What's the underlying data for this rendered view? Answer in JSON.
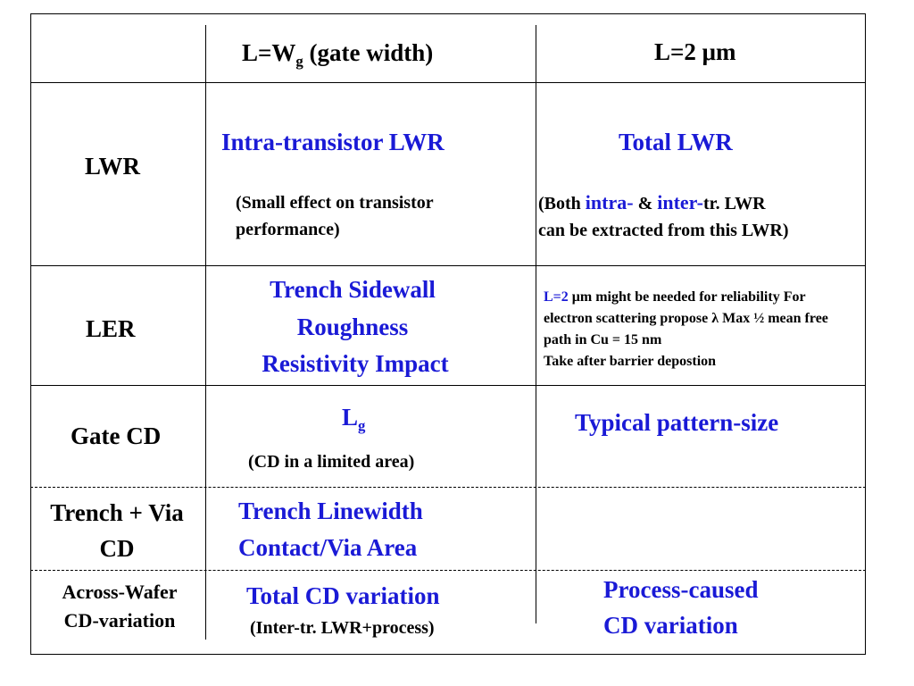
{
  "header": {
    "col1_main": "L=W",
    "col1_sub": "g",
    "col1_rest": " (gate width)",
    "col2": "L=2 μm"
  },
  "rows": {
    "lwr": {
      "label": "LWR",
      "col1_title": "Intra-transistor LWR",
      "col1_note_l1": "(Small effect on transistor",
      "col1_note_l2": "performance)",
      "col2_title": "Total LWR",
      "col2_note_a": "(Both ",
      "col2_note_b": "intra-",
      "col2_note_c": " & ",
      "col2_note_d": "inter-",
      "col2_note_e": "tr. LWR",
      "col2_note_l2": " can be extracted from this LWR)"
    },
    "ler": {
      "label": "LER",
      "col1_l1": "Trench Sidewall",
      "col1_l2": "Roughness",
      "col1_l3": "Resistivity Impact",
      "col2_l1_blue": "L=2",
      "col2_l1_rest": " μm might be needed for reliability For",
      "col2_l2": "electron scattering propose λ Max ½ mean free",
      "col2_l3": "path in Cu = 15 nm",
      "col2_l4": "Take after barrier depostion"
    },
    "gate_cd": {
      "label": "Gate CD",
      "col1_main": "L",
      "col1_sub": "g",
      "col1_note": "(CD in a limited area)",
      "col2": "Typical pattern-size"
    },
    "trench_via": {
      "label_l1": "Trench + Via",
      "label_l2": "CD",
      "col1_l1": "Trench Linewidth",
      "col1_l2": "Contact/Via Area"
    },
    "across_wafer": {
      "label_l1": "Across-Wafer",
      "label_l2": "CD-variation",
      "col1_title": "Total CD variation",
      "col1_note": "(Inter-tr. LWR+process)",
      "col2_l1": "Process-caused",
      "col2_l2": "CD variation"
    }
  },
  "colors": {
    "accent_blue": "#1a1ad6",
    "text": "#000000"
  }
}
